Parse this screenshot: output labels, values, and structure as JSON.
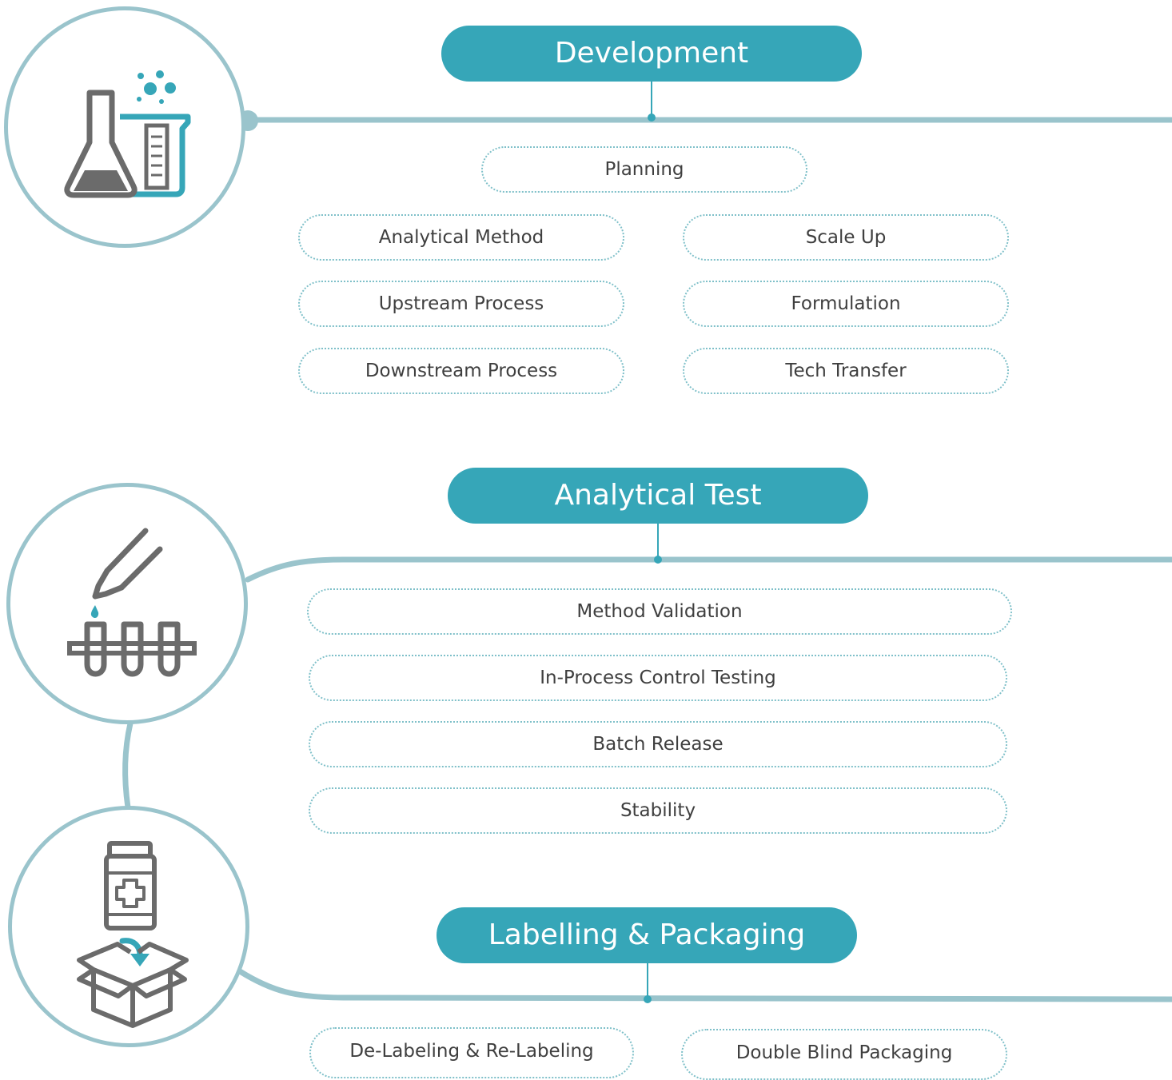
{
  "colors": {
    "accent": "#36a6b8",
    "line": "#9ac4cc",
    "icon_gray": "#6b6b6b",
    "pill_border": "#7fc0c9",
    "text": "#3f3f3f"
  },
  "sections": [
    {
      "title": "Development",
      "icon": "lab-flask-beaker-icon",
      "items": [
        "Planning",
        "Analytical Method",
        "Scale Up",
        "Upstream Process",
        "Formulation",
        "Downstream Process",
        "Tech Transfer"
      ]
    },
    {
      "title": "Analytical Test",
      "icon": "pipette-test-tubes-icon",
      "items": [
        "Method Validation",
        "In-Process Control Testing",
        "Batch Release",
        "Stability"
      ]
    },
    {
      "title": "Labelling & Packaging",
      "icon": "vial-box-icon",
      "items": [
        "De-Labeling & Re-Labeling",
        "Double Blind Packaging"
      ]
    }
  ]
}
